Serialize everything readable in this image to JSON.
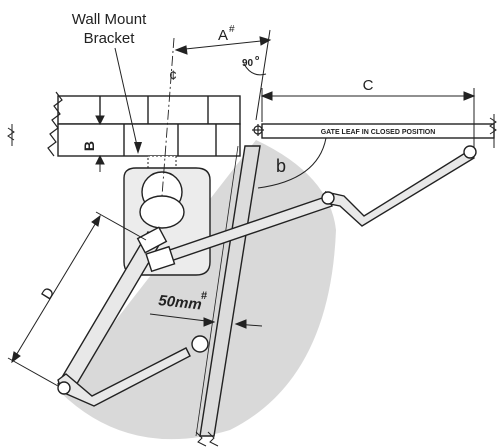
{
  "labels": {
    "wall_mount_bracket_line1": "Wall Mount",
    "wall_mount_bracket_line2": "Bracket",
    "centerline": "¢",
    "dim_a": "A",
    "dim_a_sup": "#",
    "angle_90": "90",
    "angle_90_sup": "o",
    "dim_c": "C",
    "dim_b_upper": "B",
    "dim_b_lower": "b",
    "dim_d": "D",
    "gap_50mm": "50mm",
    "gap_50mm_sup": "#",
    "gate_leaf": "GATE LEAF IN CLOSED POSITION"
  },
  "colors": {
    "line": "#222222",
    "arm_fill": "#e8e8e8",
    "sweep_fill": "#d9d9d9",
    "gate_fill": "#dcdcdc"
  }
}
